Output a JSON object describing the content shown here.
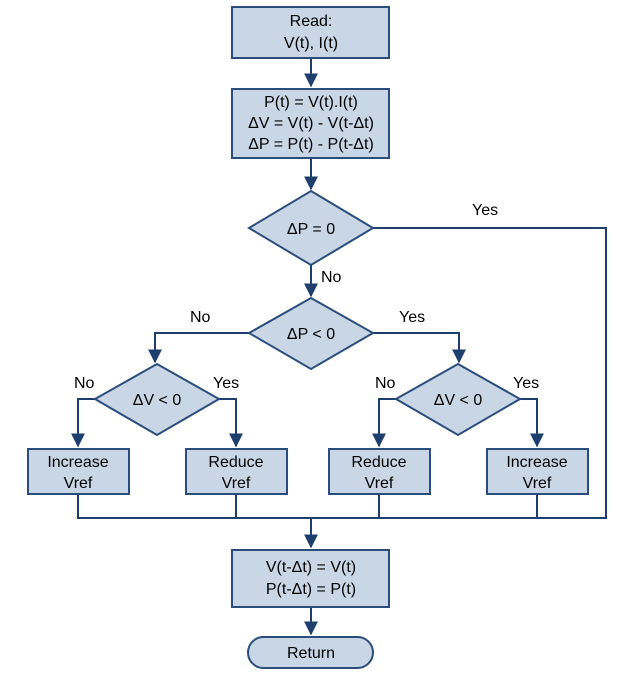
{
  "nodes": {
    "read": {
      "lines": [
        "Read:",
        "V(t), I(t)"
      ]
    },
    "compute": {
      "lines": [
        "P(t) = V(t).I(t)",
        "ΔV = V(t) - V(t-Δt)",
        "ΔP = P(t) - P(t-Δt)"
      ]
    },
    "decision_dp_zero": {
      "lines": [
        "ΔP = 0"
      ]
    },
    "decision_dp_neg": {
      "lines": [
        "ΔP < 0"
      ]
    },
    "decision_dv_left": {
      "lines": [
        "ΔV < 0"
      ]
    },
    "decision_dv_right": {
      "lines": [
        "ΔV < 0"
      ]
    },
    "increase_left": {
      "lines": [
        "Increase",
        "Vref"
      ]
    },
    "reduce_left": {
      "lines": [
        "Reduce",
        "Vref"
      ]
    },
    "reduce_right": {
      "lines": [
        "Reduce",
        "Vref"
      ]
    },
    "increase_right": {
      "lines": [
        "Increase",
        "Vref"
      ]
    },
    "update": {
      "lines": [
        "V(t-Δt) = V(t)",
        "P(t-Δt) = P(t)"
      ]
    },
    "return": {
      "lines": [
        "Return"
      ]
    }
  },
  "labels": {
    "dp_zero_yes": "Yes",
    "dp_zero_no": "No",
    "dp_neg_no": "No",
    "dp_neg_yes": "Yes",
    "dv_left_no": "No",
    "dv_left_yes": "Yes",
    "dv_right_no": "No",
    "dv_right_yes": "Yes"
  },
  "colors": {
    "fill": "#c8d6e6",
    "stroke": "#2a4d7b",
    "connector": "#1e3f6e"
  }
}
